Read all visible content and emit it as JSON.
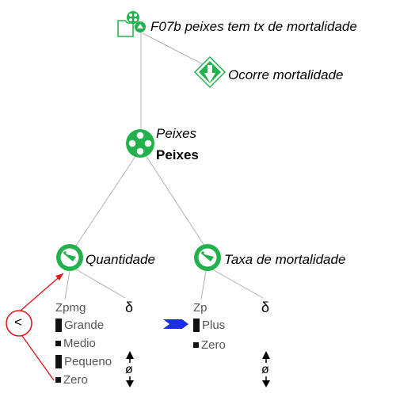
{
  "diagram": {
    "scenario": {
      "label": "F07b peixes tem tx de mortalidade"
    },
    "process": {
      "label": "Ocorre mortalidade"
    },
    "entity": {
      "type_label": "Peixes",
      "name_label": "Peixes"
    },
    "quantities": [
      {
        "label": "Quantidade",
        "qs_name": "Zpmg",
        "values": [
          {
            "label": "Grande",
            "marker": "tall"
          },
          {
            "label": "Medio",
            "marker": "small"
          },
          {
            "label": "Pequeno",
            "marker": "tall"
          },
          {
            "label": "Zero",
            "marker": "small"
          }
        ],
        "derivative_symbol": "δ",
        "derivative_value": "ø"
      },
      {
        "label": "Taxa de mortalidade",
        "qs_name": "Zp",
        "values": [
          {
            "label": "Plus",
            "marker": "tall"
          },
          {
            "label": "Zero",
            "marker": "small"
          }
        ],
        "derivative_symbol": "δ",
        "derivative_value": "ø"
      }
    ],
    "inequality": {
      "symbol": "<"
    },
    "colors": {
      "icon_green": "#22b14c",
      "relation_red": "#e0121a",
      "pointer_blue": "#1a2ee8",
      "edge_gray": "#b0b0b0"
    }
  }
}
